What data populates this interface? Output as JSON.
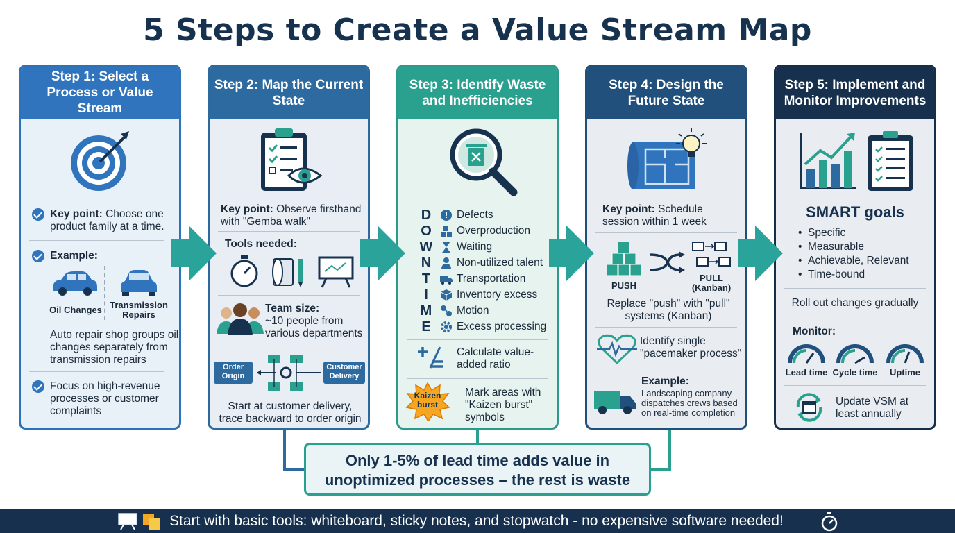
{
  "title": "5 Steps to Create a Value Stream Map",
  "colors": {
    "step1": "#2f74bd",
    "step2": "#2d6a9f",
    "step3": "#2aa08e",
    "step4": "#21507c",
    "step5": "#17304d",
    "arrow": "#2aa39a"
  },
  "step1": {
    "title": "Step 1: Select a Process or Value Stream",
    "icon": "target-icon",
    "key_label": "Key point:",
    "key_text": "Choose one product family at a time.",
    "example_label": "Example:",
    "car1_label": "Oil Changes",
    "car2_label": "Transmission Repairs",
    "example_text": "Auto repair shop groups oil changes separately from transmission repairs",
    "focus_text": "Focus on high-revenue processes or customer complaints"
  },
  "step2": {
    "title": "Step 2: Map the Current State",
    "icon": "clipboard-eye-icon",
    "key_label": "Key point:",
    "key_text": "Observe firsthand with \"Gemba walk\"",
    "tools_label": "Tools needed:",
    "team_label": "Team size:",
    "team_text": "~10 people from various departments",
    "order_origin": "Order Origin",
    "customer_delivery": "Customer Delivery",
    "trace_text": "Start at customer delivery, trace backward to order origin"
  },
  "step3": {
    "title": "Step 3: Identify Waste and Inefficiencies",
    "icon": "magnifier-trash-icon",
    "acronym": [
      "D",
      "O",
      "W",
      "N",
      "T",
      "I",
      "M",
      "E"
    ],
    "wastes": [
      "Defects",
      "Overproduction",
      "Waiting",
      "Non-utilized talent",
      "Transportation",
      "Inventory excess",
      "Motion",
      "Excess processing"
    ],
    "calc_text": "Calculate value-added ratio",
    "kaizen_badge": "Kaizen burst",
    "kaizen_text": "Mark areas with \"Kaizen burst\" symbols"
  },
  "step4": {
    "title": "Step 4: Design the Future State",
    "icon": "blueprint-bulb-icon",
    "key_label": "Key point:",
    "key_text": "Schedule session within 1 week",
    "push_label": "PUSH",
    "pull_label": "PULL (Kanban)",
    "replace_text": "Replace \"push\" with \"pull\" systems (Kanban)",
    "pacemaker_text": "Identify single \"pacemaker process\"",
    "example_label": "Example:",
    "example_text": "Landscaping company dispatches crews based on real-time completion"
  },
  "step5": {
    "title": "Step 5: Implement and Monitor Improvements",
    "icon": "chart-checklist-icon",
    "smart_title": "SMART goals",
    "smart_items": [
      "Specific",
      "Measurable",
      "Achievable, Relevant",
      "Time-bound"
    ],
    "rollout_text": "Roll out changes gradually",
    "monitor_label": "Monitor:",
    "gauges": [
      "Lead time",
      "Cycle time",
      "Uptime"
    ],
    "update_text": "Update VSM at least annually"
  },
  "callout": "Only 1-5% of lead time adds value in unoptimized processes – the rest is waste",
  "footer": "Start with basic tools: whiteboard, sticky notes, and stopwatch - no expensive software needed!"
}
